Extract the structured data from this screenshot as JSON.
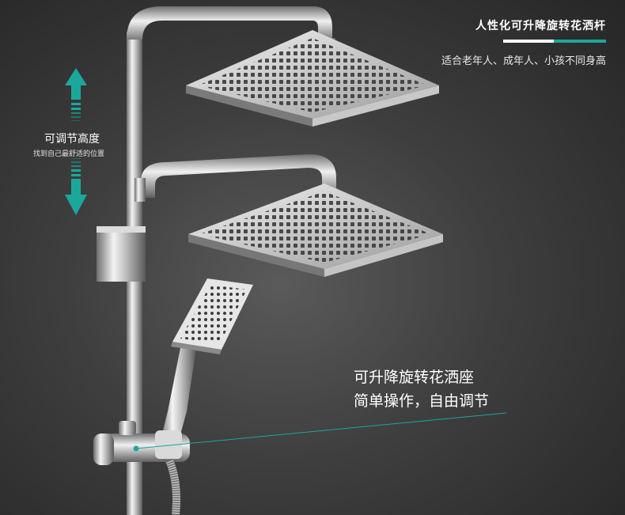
{
  "header": {
    "title": "人性化可升降旋转花洒杆",
    "subtitle": "适合老年人、成年人、小孩不同身高",
    "accent_color": "#1aa89b"
  },
  "height_adjust": {
    "label": "可调节高度",
    "sublabel": "找到自己最舒适的位置",
    "icons": [
      "arrow-up-icon",
      "arrow-down-icon"
    ]
  },
  "mount_callout": {
    "line1": "可升降旋转花洒座",
    "line2": "简单操作，自由调节"
  }
}
